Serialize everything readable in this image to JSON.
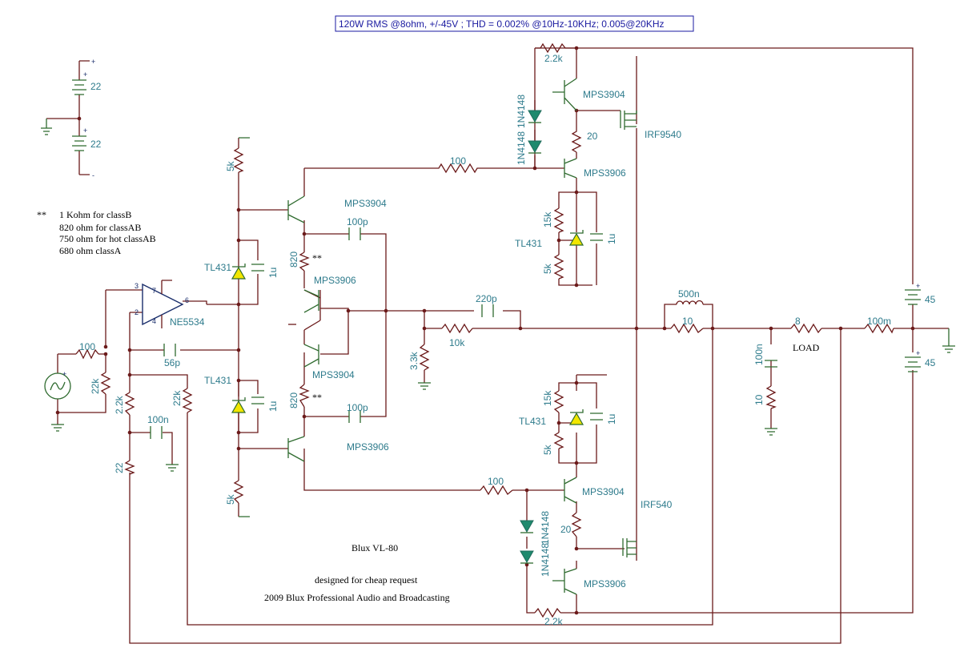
{
  "title": "120W RMS @8ohm, +/-45V ; THD = 0.002% @10Hz-10KHz; 0.005@20KHz",
  "notes": {
    "mark": "**",
    "lines": [
      "1 Kohm for classB",
      "820 ohm for classAB",
      "750 ohm for hot classAB",
      "680 ohm classA"
    ]
  },
  "credits": {
    "name": "Blux VL-80",
    "line1": "designed for cheap request",
    "line2": "2009  Blux Professional Audio and Broadcasting"
  },
  "supply_left": {
    "top": "22",
    "bottom": "22",
    "plus": "+",
    "minus": "-"
  },
  "supply_right": {
    "top": "45",
    "bottom": "45"
  },
  "labels": {
    "r_2k2_top": "2.2k",
    "r_2k2_bot": "2.2k",
    "q_mps3904_top": "MPS3904",
    "q_mps3906_top": "MPS3906",
    "d_1n4148_top": "1N4148",
    "d_1n4148_top2": "1N4148",
    "r_20_top": "20",
    "m_irf9540": "IRF9540",
    "r_100_top": "100",
    "r_5k_top": "5k",
    "q_mps3904_vas": "MPS3904",
    "c_100p_top": "100p",
    "r_15k_top": "15k",
    "z_tl431_topright": "TL431",
    "c_1u_topright": "1u",
    "r_5k_topright": "5k",
    "star_top": "**",
    "r_820_top": "820",
    "q_mps3906_mid": "MPS3906",
    "z_tl431_left_top": "TL431",
    "c_1u_left_top": "1u",
    "u_ne5534": "NE5534",
    "pin3": "3",
    "pin2": "2",
    "pin6": "6",
    "pin7": "7",
    "pin4": "4",
    "r_100_in": "100",
    "r_22k_in": "22k",
    "c_56p": "56p",
    "c_220p": "220p",
    "r_10k": "10k",
    "r_3k3": "3.3k",
    "l_500n": "500n",
    "r_10_out": "10",
    "r_8": "8",
    "load": "LOAD",
    "r_100m": "100m",
    "c_100n_zob": "100n",
    "r_10_zob": "10",
    "q_mps3904_mid": "MPS3904",
    "r_820_bot": "820",
    "star_bot": "**",
    "c_100p_bot": "100p",
    "q_mps3906_vas": "MPS3906",
    "z_tl431_left_bot": "TL431",
    "c_1u_left_bot": "1u",
    "r_2k2_fb": "2.2k",
    "r_22k_fb": "22k",
    "c_100n_fb": "100n",
    "r_22_fb": "22",
    "r_15k_botright": "15k",
    "z_tl431_botright": "TL431",
    "c_1u_botright": "1u",
    "r_5k_botright": "5k",
    "r_5k_bot": "5k",
    "r_100_bot": "100",
    "q_mps3904_bot": "MPS3904",
    "m_irf540": "IRF540",
    "r_20_bot": "20",
    "d_1n4148_bot": "1N4148",
    "d_1n4148_bot2": "1N4148",
    "q_mps3906_bot": "MPS3906"
  }
}
